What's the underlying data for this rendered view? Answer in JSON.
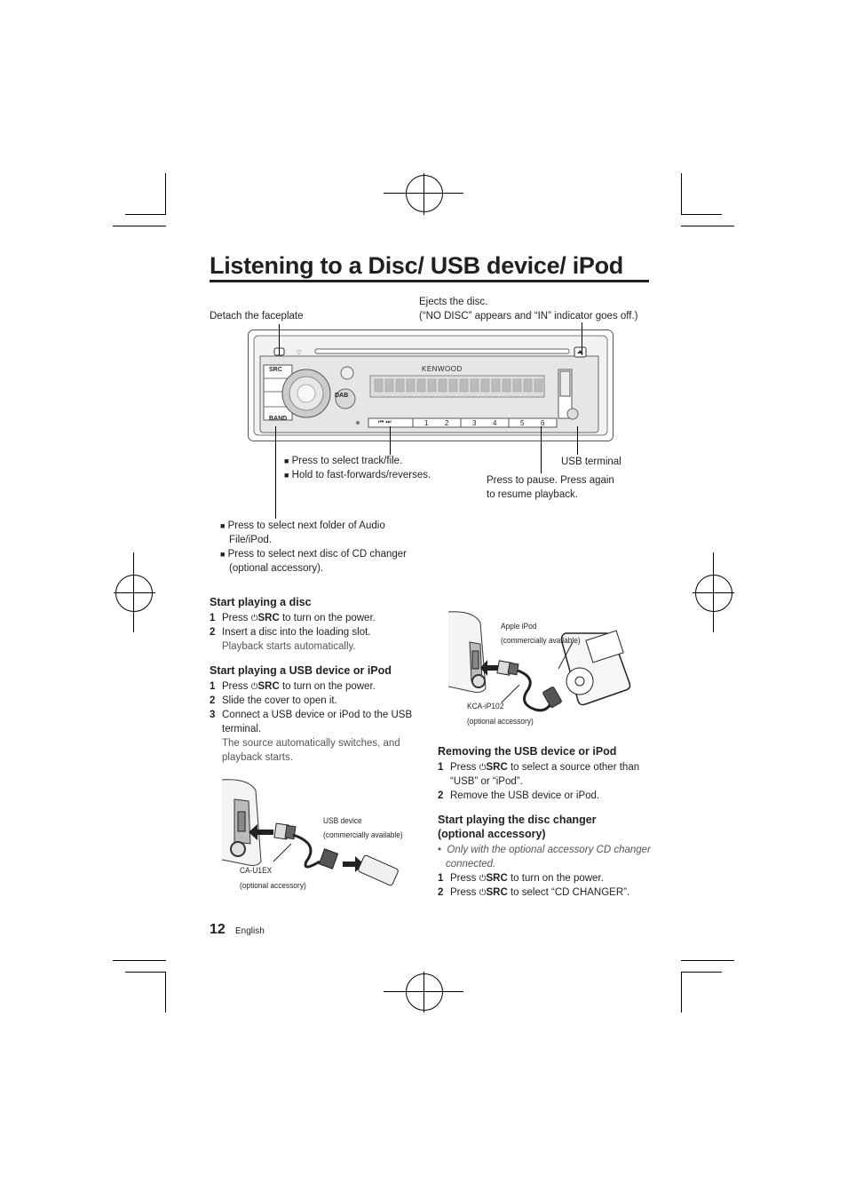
{
  "page": {
    "title": "Listening to a Disc/ USB device/ iPod",
    "number": "12",
    "language": "English"
  },
  "diagram": {
    "brand": "KENWOOD",
    "detach_label": "Detach the faceplate",
    "eject_label_1": "Ejects the disc.",
    "eject_label_2": "(“NO DISC” appears and “IN” indicator goes off.)",
    "track_label_1": "Press to select track/file.",
    "track_label_2": "Hold to fast-forwards/reverses.",
    "usb_terminal_label": "USB terminal",
    "pause_label_1": "Press to pause. Press again",
    "pause_label_2": "to resume playback.",
    "folder_label_1": "Press to select next folder of Audio",
    "folder_label_1b": "File/iPod.",
    "folder_label_2": "Press to select next disc of CD changer",
    "folder_label_2b": "(optional accessory).",
    "src_label": "SRC",
    "band_label": "BAND",
    "dab_label": "DAB",
    "preset_buttons": [
      "1",
      "2",
      "3",
      "4",
      "5",
      "6"
    ]
  },
  "sections": {
    "disc": {
      "heading": "Start playing a disc",
      "steps": [
        {
          "num": "1",
          "pre": "Press ",
          "bold": "SRC",
          "post": " to turn on the power."
        },
        {
          "num": "2",
          "text": "Insert a disc into the loading slot."
        }
      ],
      "note": "Playback starts automatically."
    },
    "usb": {
      "heading": "Start playing a USB device or iPod",
      "steps": [
        {
          "num": "1",
          "pre": "Press ",
          "bold": "SRC",
          "post": " to turn on the power."
        },
        {
          "num": "2",
          "text": "Slide the cover to open it."
        },
        {
          "num": "3",
          "text": "Connect a USB device or iPod to the USB",
          "text2": "terminal."
        }
      ],
      "note_1": "The source automatically switches, and",
      "note_2": "playback starts."
    },
    "remove": {
      "heading": "Removing the USB device or iPod",
      "steps": [
        {
          "num": "1",
          "pre": "Press ",
          "bold": "SRC",
          "post": " to select a source other than",
          "text2": "“USB” or “iPod”."
        },
        {
          "num": "2",
          "text": "Remove the USB device or iPod."
        }
      ]
    },
    "changer": {
      "heading_1": "Start playing the disc changer",
      "heading_2": "(optional accessory)",
      "note_1": "Only with the optional accessory CD changer",
      "note_2": "connected.",
      "steps": [
        {
          "num": "1",
          "pre": "Press ",
          "bold": "SRC",
          "post": " to turn on the power."
        },
        {
          "num": "2",
          "pre": "Press ",
          "bold": "SRC",
          "post": " to select “CD CHANGER”."
        }
      ]
    }
  },
  "illustrations": {
    "usb_device": {
      "device_label_1": "USB device",
      "device_label_2": "(commercially available)",
      "cable_label_1": "CA-U1EX",
      "cable_label_2": "(optional accessory)"
    },
    "ipod": {
      "device_label_1": "Apple iPod",
      "device_label_2": "(commercially available)",
      "cable_label_1": "KCA-iP102",
      "cable_label_2": "(optional accessory)"
    }
  }
}
